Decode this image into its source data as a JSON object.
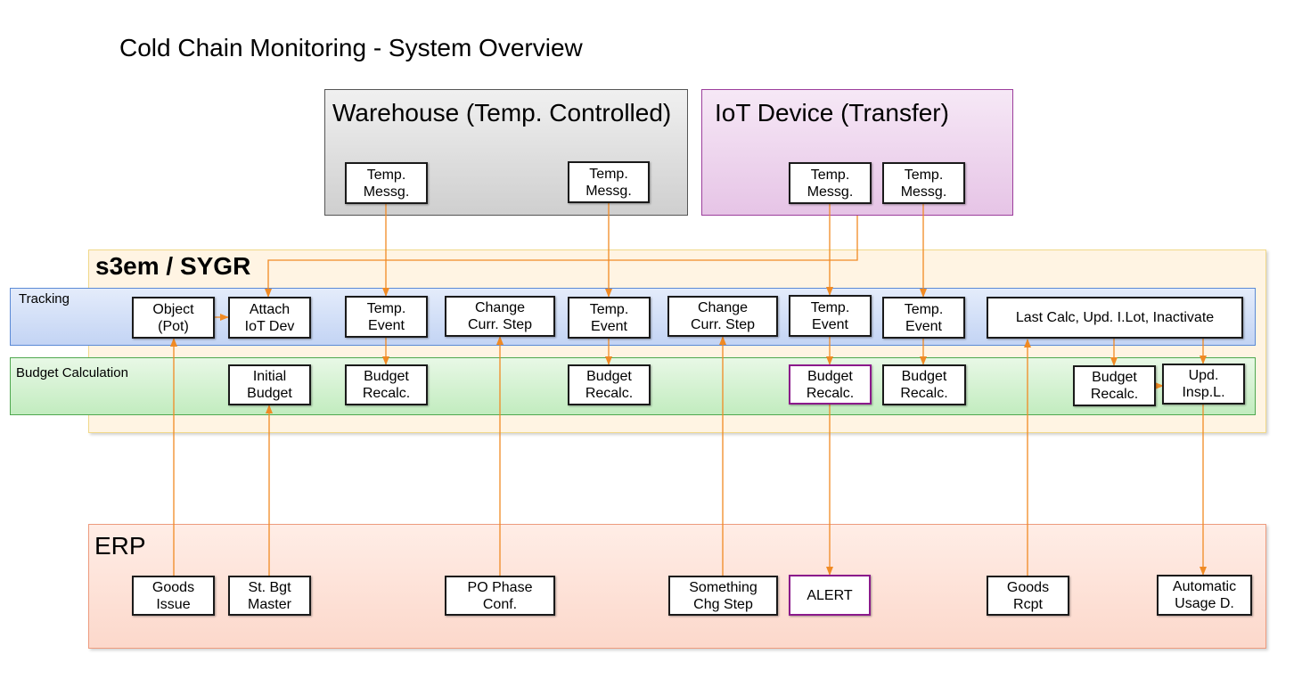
{
  "page_title": "Cold Chain Monitoring - System Overview",
  "regions": {
    "warehouse": "Warehouse (Temp. Controlled)",
    "iot_device": "IoT Device (Transfer)",
    "s3em": "s3em / SYGR",
    "tracking": "Tracking",
    "budget_calculation": "Budget Calculation",
    "erp": "ERP"
  },
  "nodes": {
    "wh_temp_1": "Temp.\nMessg.",
    "wh_temp_2": "Temp.\nMessg.",
    "iot_temp_1": "Temp.\nMessg.",
    "iot_temp_2": "Temp.\nMessg.",
    "object_pot": "Object\n(Pot)",
    "attach_iot": "Attach\nIoT Dev",
    "temp_event_1": "Temp.\nEvent",
    "change_step_1": "Change\nCurr. Step",
    "temp_event_2": "Temp.\nEvent",
    "change_step_2": "Change\nCurr. Step",
    "temp_event_3": "Temp.\nEvent",
    "temp_event_4": "Temp.\nEvent",
    "last_calc": "Last Calc, Upd. I.Lot, Inactivate",
    "initial_budget": "Initial\nBudget",
    "budget_recalc_1": "Budget\nRecalc.",
    "budget_recalc_2": "Budget\nRecalc.",
    "budget_recalc_3": "Budget\nRecalc.",
    "budget_recalc_4": "Budget\nRecalc.",
    "budget_recalc_5": "Budget\nRecalc.",
    "upd_insp": "Upd.\nInsp.L.",
    "goods_issue": "Goods\nIssue",
    "st_bgt_master": "St. Bgt\nMaster",
    "po_phase_conf": "PO Phase\nConf.",
    "something_chg_step": "Something\nChg Step",
    "alert": "ALERT",
    "goods_rcpt": "Goods\nRcpt",
    "automatic_usage": "Automatic\nUsage D."
  },
  "colors": {
    "connector": "#f08a24",
    "alert_border": "#8b1a8b"
  }
}
